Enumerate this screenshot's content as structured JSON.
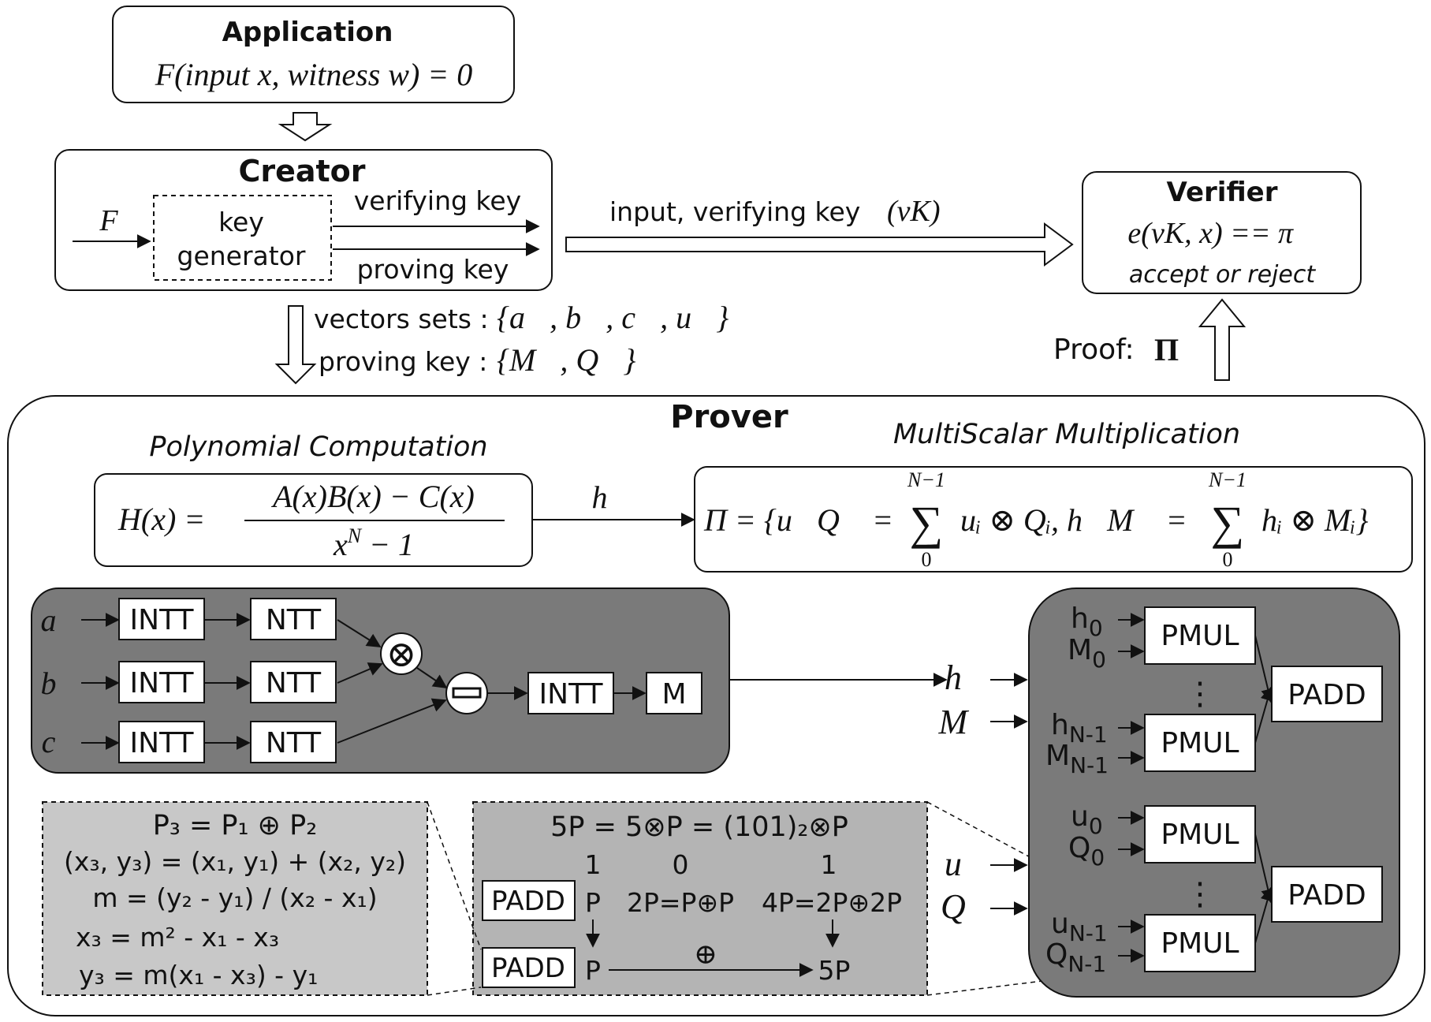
{
  "application": {
    "title": "Application",
    "formula": "F(input x, witness w) = 0"
  },
  "creator": {
    "title": "Creator",
    "input_label": "F",
    "keygen_line1": "key",
    "keygen_line2": "generator",
    "verifying_key": "verifying key",
    "proving_key": "proving key"
  },
  "creator_to_verifier": {
    "label": "input, verifying key",
    "symbol": "(vK)"
  },
  "verifier": {
    "title": "Verifier",
    "formula": "e(vK, x) == π⃗",
    "result": "accept or reject"
  },
  "to_prover": {
    "vectors_label": "vectors sets :",
    "vectors_set": "{a⃗, b⃗, c⃗, u⃗}",
    "proving_label": "proving key :",
    "proving_set": "{M⃗, Q⃗}"
  },
  "proof": {
    "label": "Proof:",
    "symbol": "Π"
  },
  "prover": {
    "title": "Prover",
    "poly_heading": "Polynomial Computation",
    "msm_heading": "MultiScalar Multiplication",
    "h_formula_lhs": "H(x) =",
    "h_numerator": "A(x)B(x) − C(x)",
    "h_denominator_base": "x",
    "h_denominator_exp": "N",
    "h_denominator_rest": " − 1",
    "h_vec": "h⃗",
    "msm_formula_start": "Π = {u⃗Q⃗ =",
    "msm_sum_upper": "N−1",
    "msm_sum_lower": "0",
    "msm_term1": "uᵢ ⊗ Qᵢ, h⃗M⃗ =",
    "msm_term2": "hᵢ ⊗ Mᵢ}"
  },
  "ntt_pipeline": {
    "inputs": [
      "a⃗",
      "b⃗",
      "c⃗"
    ],
    "intt_label": "INTT",
    "ntt_label": "NTT",
    "mult_symbol": "⊗",
    "minus_symbol": "−",
    "final_intt": "INTT",
    "m_label": "M"
  },
  "msm_block": {
    "out_h": "h⃗",
    "out_m": "M⃗",
    "out_u": "u⃗",
    "out_q": "Q⃗",
    "pmul_label": "PMUL",
    "padd_label": "PADD",
    "dots": "⋮",
    "inputs": [
      {
        "a": "h",
        "a_sub": "0",
        "b": "M",
        "b_sub": "0"
      },
      {
        "a": "h",
        "a_sub": "N-1",
        "b": "M",
        "b_sub": "N-1"
      },
      {
        "a": "u",
        "a_sub": "0",
        "b": "Q",
        "b_sub": "0"
      },
      {
        "a": "u",
        "a_sub": "N-1",
        "b": "Q",
        "b_sub": "N-1"
      }
    ]
  },
  "padd_detail": {
    "lines": [
      "P₃ = P₁ ⊕ P₂",
      "(x₃, y₃) = (x₁, y₁) + (x₂, y₂)",
      "m = (y₂ - y₁) / (x₂ - x₁)",
      "x₃ = m² - x₁ - x₃",
      "y₃ = m(x₁ - x₃) - y₁"
    ]
  },
  "pmul_detail": {
    "title": "5P = 5⊗P = (101)₂⊗P",
    "bits": [
      "1",
      "0",
      "1"
    ],
    "padd_label": "PADD",
    "p": "P",
    "two_p": "2P=P⊕P",
    "four_p": "4P=2P⊕2P",
    "oplus": "⊕",
    "result": "5P"
  },
  "colors": {
    "dark_panel": "#7a7a7a",
    "light_panel": "#c8c8c8",
    "mid_panel": "#b4b4b4",
    "stroke": "#111111"
  }
}
